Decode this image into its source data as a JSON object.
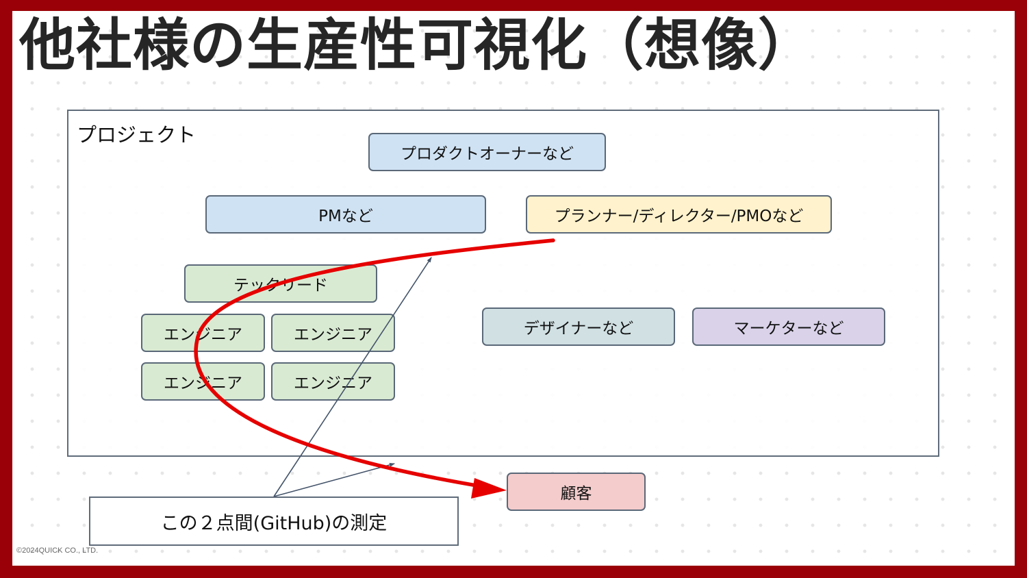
{
  "title": "他社様の生産性可視化（想像）",
  "project": {
    "label": "プロジェクト",
    "roles": {
      "product_owner": "プロダクトオーナーなど",
      "pm": "PMなど",
      "planner": "プランナー/ディレクター/PMOなど",
      "tech_lead": "テックリード",
      "engineer_1": "エンジニア",
      "engineer_2": "エンジニア",
      "engineer_3": "エンジニア",
      "engineer_4": "エンジニア",
      "designer": "デザイナーなど",
      "marketer": "マーケターなど"
    }
  },
  "customer": "顧客",
  "note": "この２点間(GitHub)の測定",
  "copyright": "©2024QUICK CO., LTD.",
  "colors": {
    "frame": "#9a0007",
    "flow_arrow": "#e60000",
    "measure_arrow": "#44546a",
    "blue_box": "#cfe2f3",
    "yellow_box": "#fff2cc",
    "green_box": "#d9ead3",
    "gray_box": "#d0e0e3",
    "purple_box": "#d9d2e9",
    "pink_box": "#f4cccc"
  }
}
